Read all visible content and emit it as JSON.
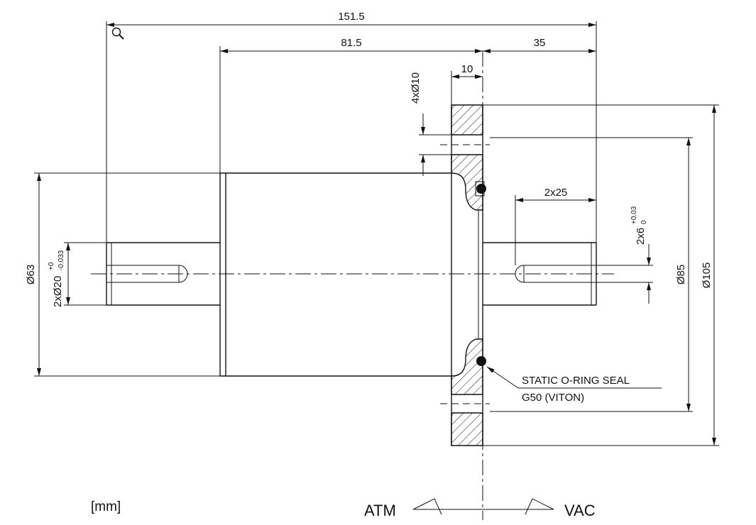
{
  "units_label": "[mm]",
  "dimensions": {
    "total_length": "151.5",
    "atm_length": "81.5",
    "vac_length": "35",
    "flange_thickness": "10",
    "holes": "4xØ10",
    "body_diameter": "Ø63",
    "shaft_diameter": {
      "base": "2xØ20",
      "upper_tol": "+0",
      "lower_tol": "-0.033"
    },
    "keyway_length": "2x25",
    "keyway_width": {
      "base": "2x6",
      "upper_tol": "+0.03",
      "lower_tol": "0"
    },
    "bolt_circle": "Ø85",
    "flange_diameter": "Ø105"
  },
  "seal_note": {
    "line1": "STATIC O-RING SEAL",
    "line2": "G50 (VITON)"
  },
  "sides": {
    "atm": "ATM",
    "vac": "VAC"
  },
  "icons": {
    "zoom": "magnifier-icon"
  }
}
